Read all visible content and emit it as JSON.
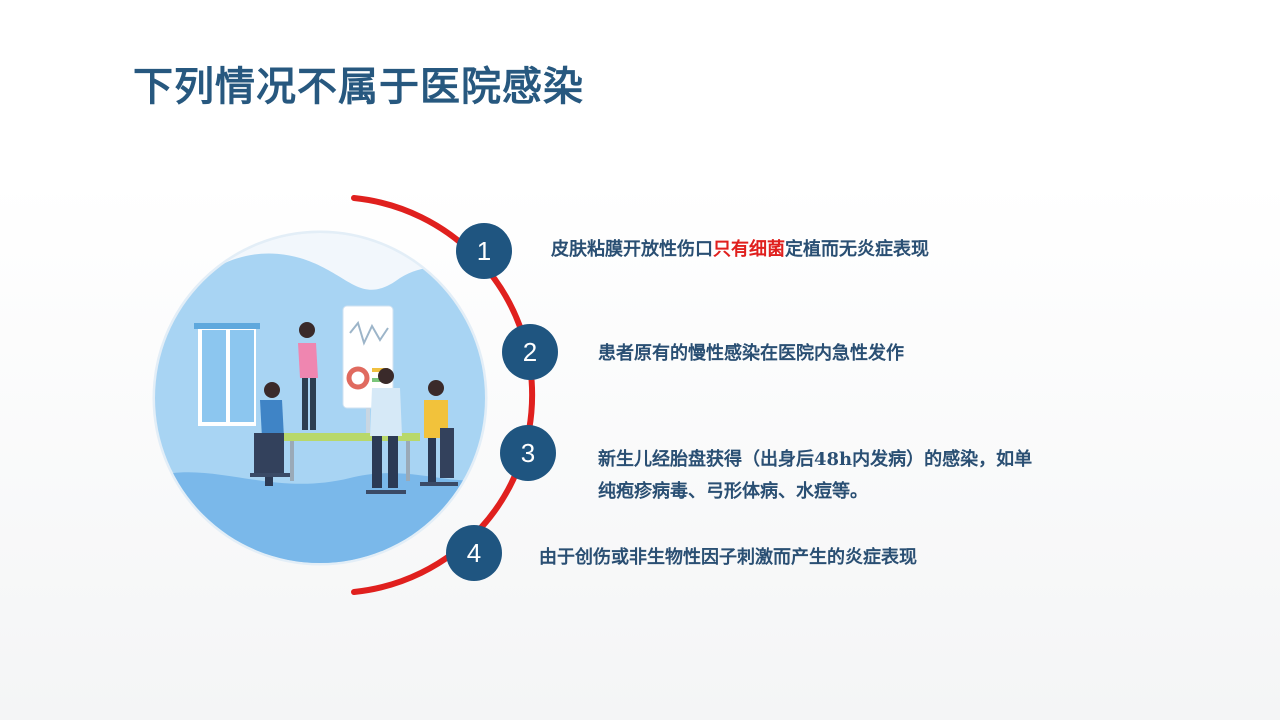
{
  "slide": {
    "title": "下列情况不属于医院感染"
  },
  "items": [
    {
      "number": "1",
      "text_before": "皮肤粘膜开放性伤口",
      "highlight": "只有细菌",
      "text_after": "定植而无炎症表现"
    },
    {
      "number": "2",
      "text": "患者原有的慢性感染在医院内急性发作"
    },
    {
      "number": "3",
      "line1": "新生儿经胎盘获得（出身后48h内发病）的感染，如单",
      "line2": "纯疱疹病毒、弓形体病、水痘等。"
    },
    {
      "number": "4",
      "text": "由于创伤或非生物性因子刺激而产生的炎症表现"
    }
  ],
  "colors": {
    "title": "#27587f",
    "accent_red": "#e0201e",
    "number_badge": "#1f5580",
    "text": "#2a4f73"
  },
  "illustration": {
    "icon": "office-meeting-illustration"
  }
}
